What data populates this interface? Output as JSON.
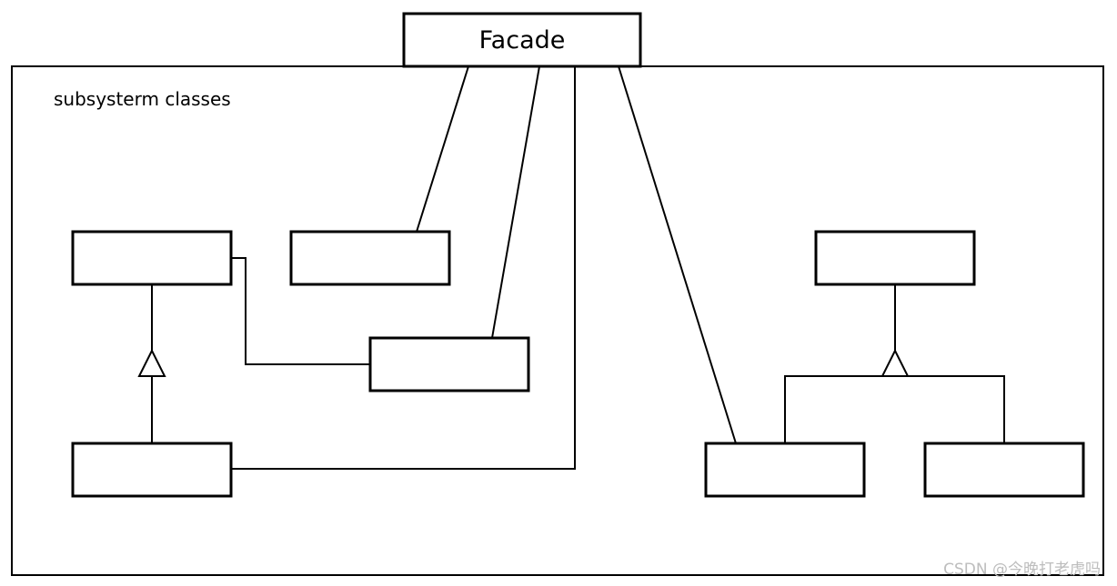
{
  "facade": {
    "label": "Facade"
  },
  "subsystem": {
    "label": "subsysterm classes"
  },
  "watermark": {
    "text": "CSDN @今晚打老虎吗"
  }
}
